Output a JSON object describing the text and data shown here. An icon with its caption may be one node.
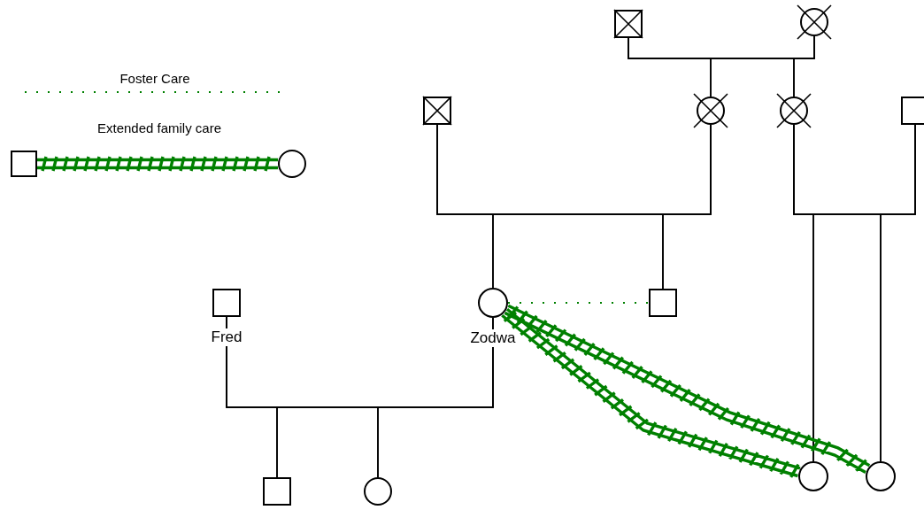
{
  "diagram": {
    "nodes": [
      {
        "text": [],
        "shape": "box"
      },
      {
        "text": [],
        "shape": "circle"
      },
      {
        "text": [],
        "shape": "box"
      },
      {
        "text": [],
        "shape": "circle"
      },
      {
        "text": [],
        "shape": "circle"
      },
      {
        "text": [],
        "shape": "box"
      },
      {
        "text": [],
        "shape": "box",
        "beside": [
          "Fred"
        ]
      },
      {
        "text": [],
        "shape": "circle",
        "beside": [
          "Zodwa"
        ]
      },
      {
        "text": [],
        "shape": "box"
      },
      {
        "text": [],
        "shape": "box"
      },
      {
        "text": [],
        "shape": "circle"
      },
      {
        "text": [],
        "shape": "circle"
      },
      {
        "text": [],
        "shape": "circle"
      },
      {
        "text": [],
        "shape": "box"
      },
      {
        "text": [],
        "shape": "circle"
      }
    ],
    "edges": [
      {
        "from": 0,
        "to": 1,
        "arrow": "none"
      },
      {
        "from": 0,
        "to": 3,
        "arrow": "none"
      },
      {
        "from": 1,
        "to": 3,
        "arrow": "none"
      },
      {
        "from": 0,
        "to": 4,
        "arrow": "none"
      },
      {
        "from": 1,
        "to": 4,
        "arrow": "none"
      },
      {
        "from": 2,
        "to": 3,
        "arrow": "none"
      },
      {
        "from": 2,
        "to": 7,
        "arrow": "none"
      },
      {
        "from": 3,
        "to": 7,
        "arrow": "none"
      },
      {
        "from": 2,
        "to": 8,
        "arrow": "none"
      },
      {
        "from": 3,
        "to": 8,
        "arrow": "none"
      },
      {
        "from": 4,
        "to": 5,
        "arrow": "none"
      },
      {
        "from": 4,
        "to": 11,
        "arrow": "none"
      },
      {
        "from": 5,
        "to": 11,
        "arrow": "none"
      },
      {
        "from": 4,
        "to": 12,
        "arrow": "none"
      },
      {
        "from": 5,
        "to": 12,
        "arrow": "none"
      },
      {
        "from": 6,
        "to": 7,
        "arrow": "none"
      },
      {
        "from": 6,
        "to": 9,
        "arrow": "none"
      },
      {
        "from": 7,
        "to": 9,
        "arrow": "none"
      },
      {
        "from": 6,
        "to": 10,
        "arrow": "none"
      },
      {
        "from": 7,
        "to": 10,
        "arrow": "none"
      },
      {
        "from": 7,
        "to": 8,
        "arrow": "none",
        "style": "dashed",
        "color": "#008000"
      },
      {
        "from": 7,
        "to": 11,
        "arrow": "none",
        "style": "thick",
        "color": "#008000"
      },
      {
        "from": 7,
        "to": 12,
        "arrow": "none",
        "style": "thick",
        "color": "#008000"
      },
      {
        "from": 13,
        "to": 14,
        "arrow": "none",
        "style": "thick",
        "color": "#008000"
      }
    ],
    "legend": [
      {
        "text": "Foster Care"
      },
      {
        "text": "Extended family care"
      }
    ]
  }
}
